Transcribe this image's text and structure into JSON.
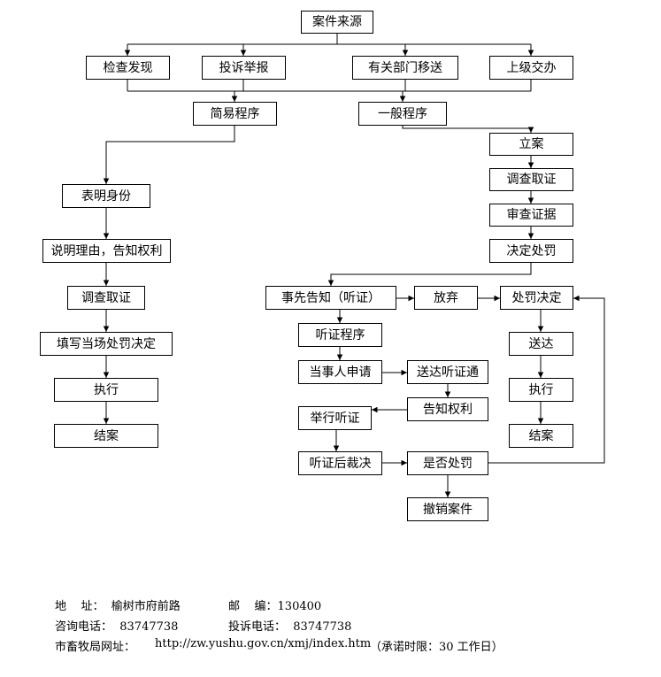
{
  "nodes": [
    {
      "id": "case-source",
      "label": "案件来源"
    },
    {
      "id": "inspection-discovery",
      "label": "检查发现"
    },
    {
      "id": "complaint-report",
      "label": "投诉举报"
    },
    {
      "id": "department-transfer",
      "label": "有关部门移送"
    },
    {
      "id": "superior-assignment",
      "label": "上级交办"
    },
    {
      "id": "simple-procedure",
      "label": "简易程序"
    },
    {
      "id": "general-procedure",
      "label": "一般程序"
    },
    {
      "id": "file-case",
      "label": "立案"
    },
    {
      "id": "show-identity",
      "label": "表明身份"
    },
    {
      "id": "investigate-general",
      "label": "调查取证"
    },
    {
      "id": "review-evidence",
      "label": "审查证据"
    },
    {
      "id": "decide-penalty",
      "label": "决定处罚"
    },
    {
      "id": "explain-inform-rights",
      "label": "说明理由，告知权利"
    },
    {
      "id": "investigate-simple",
      "label": "调查取证"
    },
    {
      "id": "prior-notice-hearing",
      "label": "事先告知（听证）"
    },
    {
      "id": "waive",
      "label": "放弃"
    },
    {
      "id": "penalty-decision",
      "label": "处罚决定"
    },
    {
      "id": "fill-onsite-penalty",
      "label": "填写当场处罚决定"
    },
    {
      "id": "hearing-procedure",
      "label": "听证程序"
    },
    {
      "id": "serve",
      "label": "送达"
    },
    {
      "id": "party-application",
      "label": "当事人申请"
    },
    {
      "id": "serve-hearing-notice",
      "label": "送达听证通"
    },
    {
      "id": "execute-simple",
      "label": "执行"
    },
    {
      "id": "execute-general",
      "label": "执行"
    },
    {
      "id": "hold-hearing",
      "label": "举行听证"
    },
    {
      "id": "inform-rights",
      "label": "告知权利"
    },
    {
      "id": "close-simple",
      "label": "结案"
    },
    {
      "id": "close-general",
      "label": "结案"
    },
    {
      "id": "post-hearing-ruling",
      "label": "听证后裁决"
    },
    {
      "id": "whether-penalize",
      "label": "是否处罚"
    },
    {
      "id": "withdraw-case",
      "label": "撤销案件"
    }
  ],
  "footer": {
    "line1_left": "地    址：  榆树市府前路",
    "line1_right": "邮    编：130400",
    "line2_left": "咨询电话：  83747738",
    "line2_right": "投诉电话：  83747738",
    "line3_label": "市畜牧局网址：",
    "line3_url": "http://zw.yushu.gov.cn/xmj/index.htm",
    "line3_promise": "（承诺时限：30 工作日）"
  },
  "colors": {
    "line": "#000000",
    "box_border": "#000000",
    "background": "#ffffff"
  }
}
